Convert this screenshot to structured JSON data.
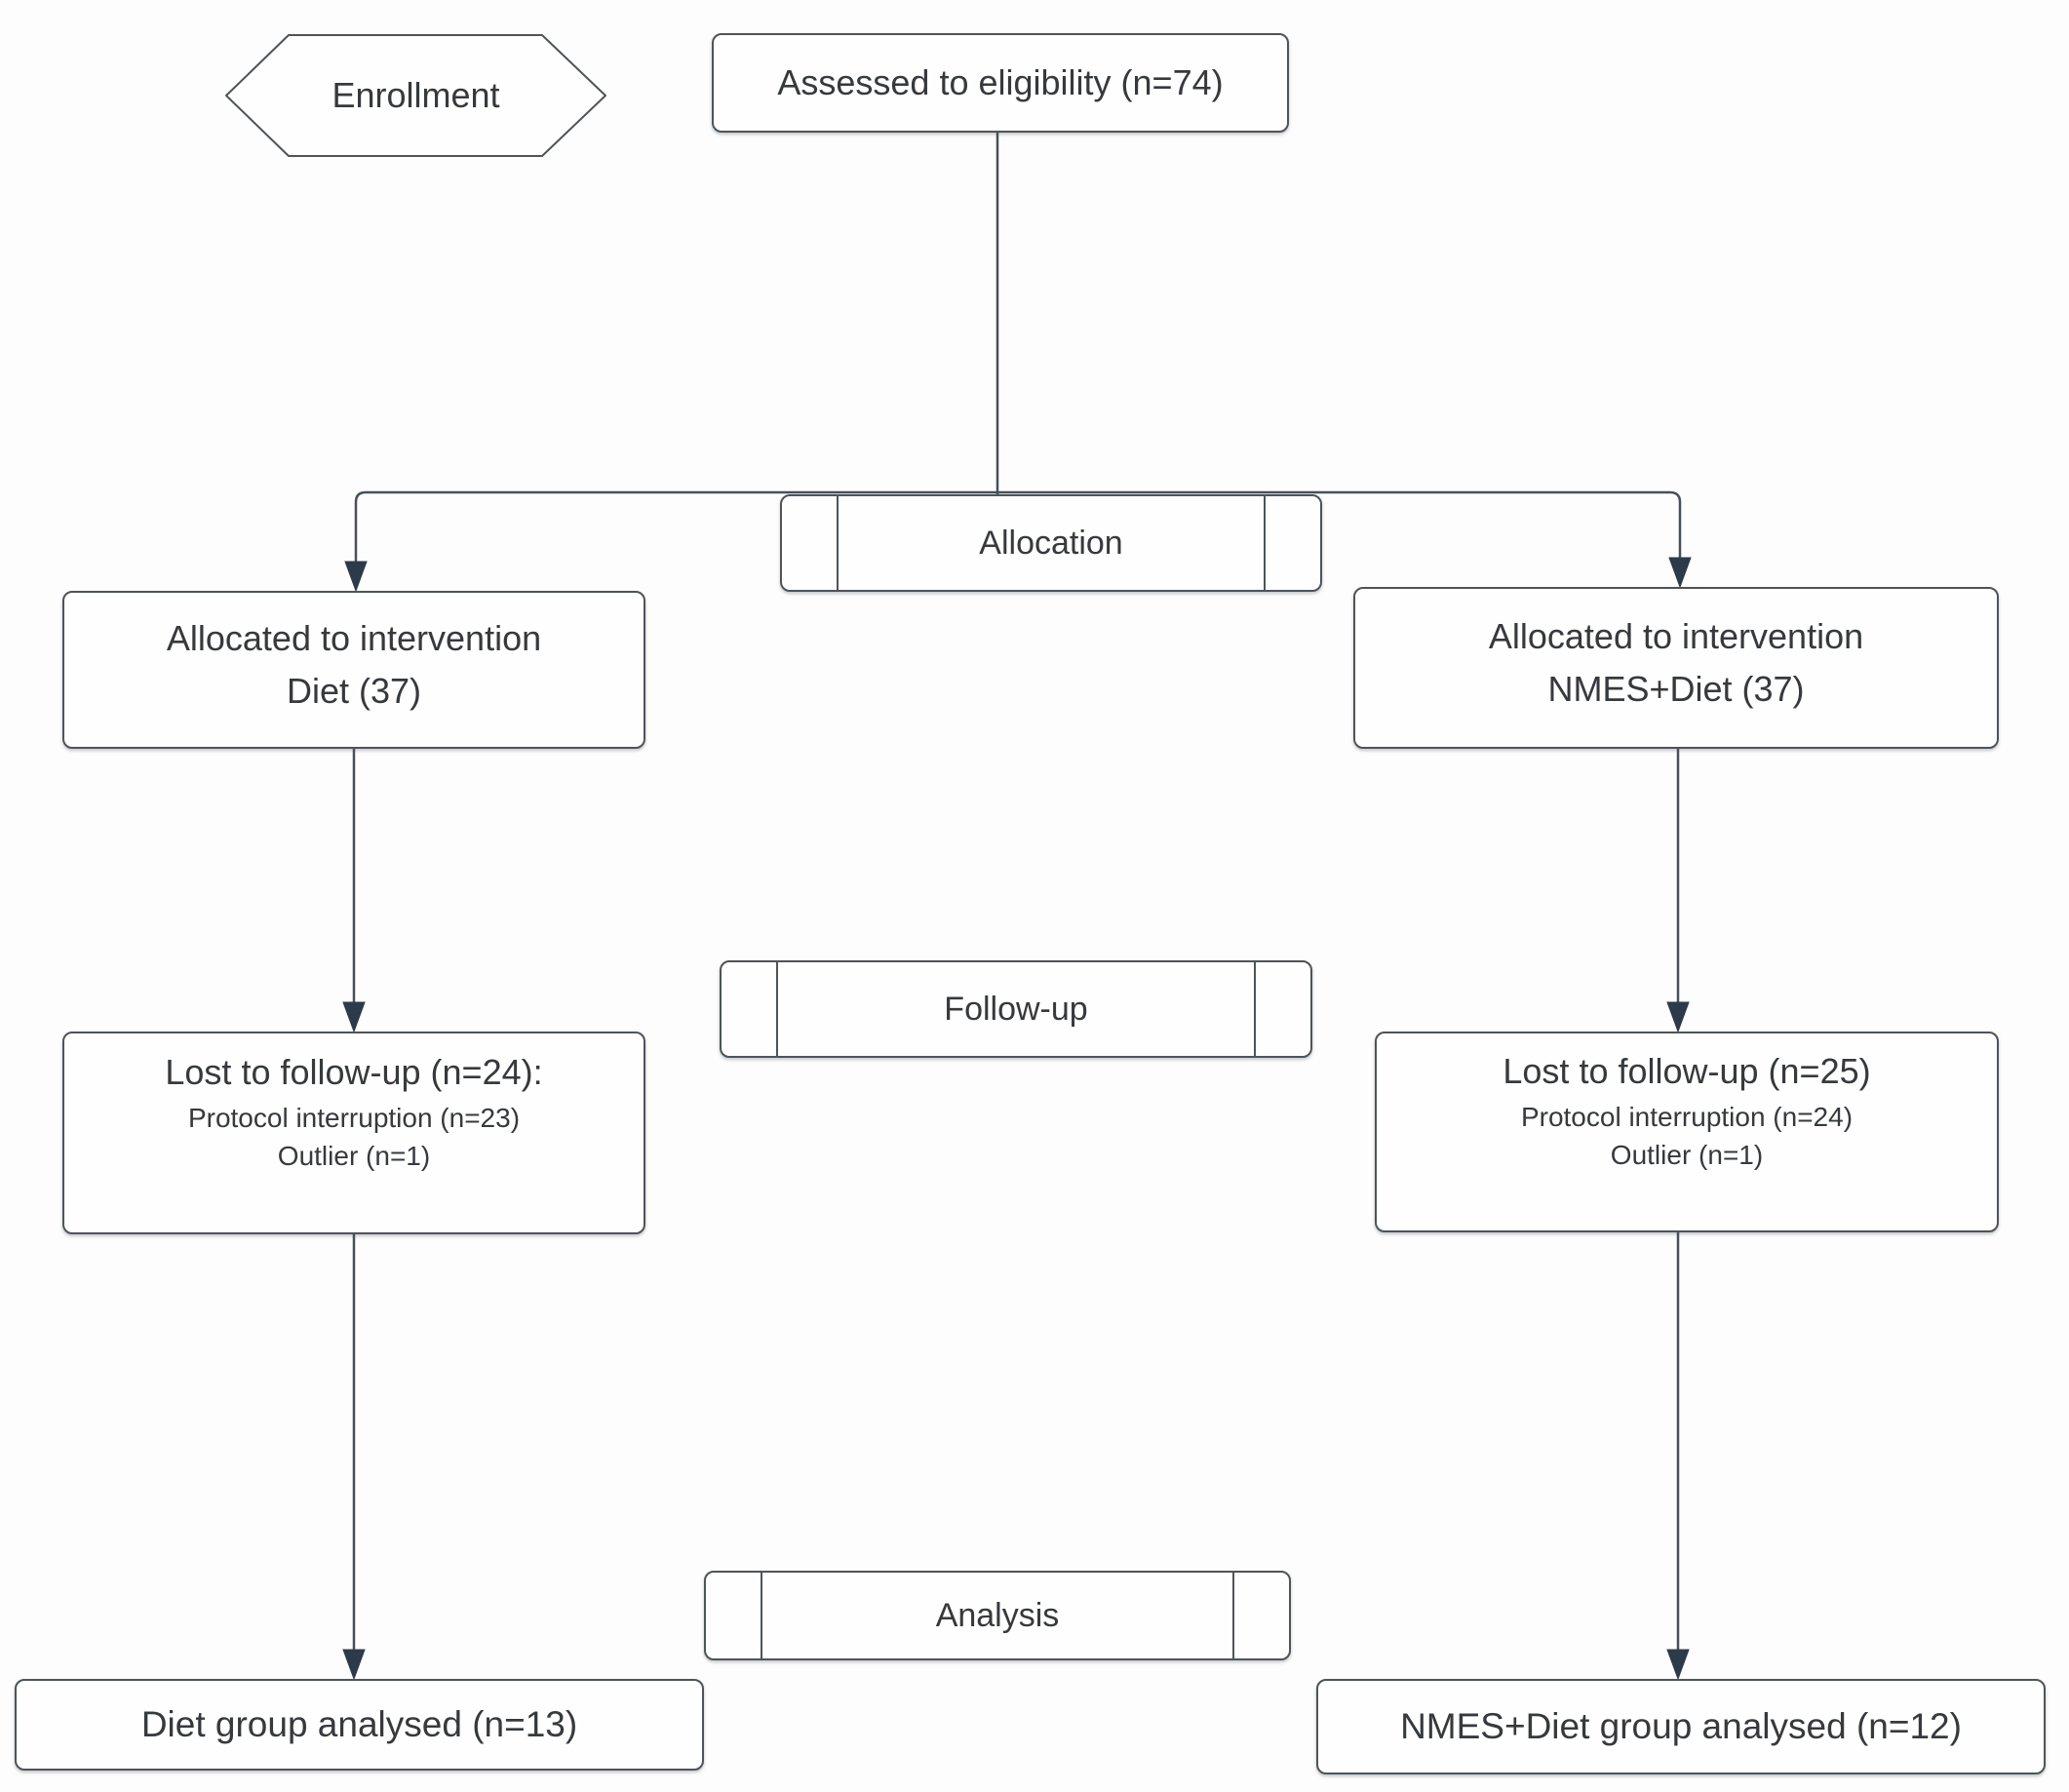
{
  "diagram": {
    "title_implicit": "CONSORT participant flow diagram",
    "enrollment_label": "Enrollment",
    "assessed_label": "Assessed to eligibility (n=74)",
    "banners": {
      "allocation": "Allocation",
      "followup": "Follow-up",
      "analysis": "Analysis"
    },
    "diet_arm": {
      "allocated_line1": "Allocated to intervention",
      "allocated_line2": "Diet (37)",
      "lost_title": "Lost to follow-up (n=24):",
      "lost_reason1": "Protocol interruption (n=23)",
      "lost_reason2": "Outlier (n=1)",
      "analysed": "Diet group analysed (n=13)"
    },
    "nmes_arm": {
      "allocated_line1": "Allocated to intervention",
      "allocated_line2": "NMES+Diet (37)",
      "lost_title": "Lost to follow-up (n=25)",
      "lost_reason1": "Protocol interruption (n=24)",
      "lost_reason2": "Outlier (n=1)",
      "analysed": "NMES+Diet group analysed (n=12)"
    },
    "colors": {
      "line": "#47505a",
      "arrow": "#2d3a4a",
      "border": "#4e545a",
      "text": "#36393d",
      "bg": "#fdfdfd"
    }
  }
}
